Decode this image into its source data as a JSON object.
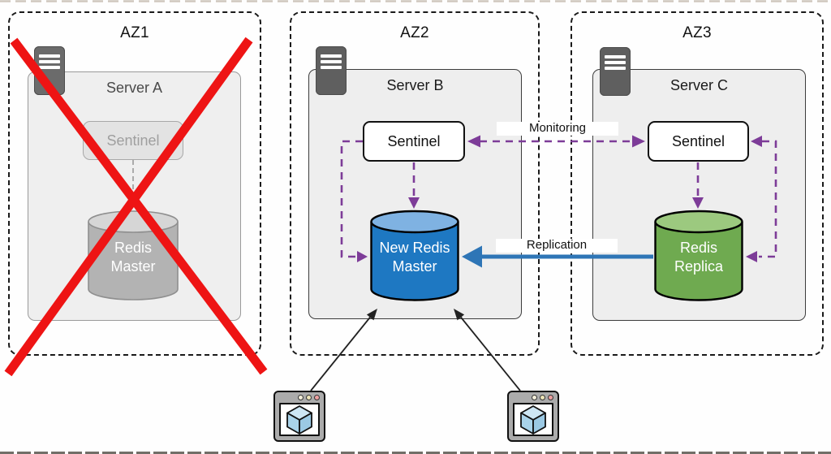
{
  "diagram": {
    "zones": [
      {
        "label": "AZ1",
        "status": "failed",
        "server": {
          "label": "Server A"
        },
        "sentinel": {
          "label": "Sentinel"
        },
        "db": {
          "line1": "Redis",
          "line2": "Master",
          "type": "failed-master"
        }
      },
      {
        "label": "AZ2",
        "status": "active",
        "server": {
          "label": "Server B"
        },
        "sentinel": {
          "label": "Sentinel"
        },
        "db": {
          "line1": "New Redis",
          "line2": "Master",
          "type": "new-master"
        }
      },
      {
        "label": "AZ3",
        "status": "active",
        "server": {
          "label": "Server C"
        },
        "sentinel": {
          "label": "Sentinel"
        },
        "db": {
          "line1": "Redis",
          "line2": "Replica",
          "type": "replica"
        }
      }
    ],
    "edges": {
      "monitoring": "Monitoring",
      "replication": "Replication"
    },
    "colors": {
      "monitoring_purple": "#7d3c98",
      "replication_blue": "#2e75b6",
      "master_cylinder_blue": "#1e78c2",
      "master_cylinder_top": "#7fb2e2",
      "replica_cylinder_green": "#6faa50",
      "replica_cylinder_top": "#9cc97f",
      "failed_cylinder_gray": "#b3b3b3",
      "failure_cross_red": "#ee1414"
    },
    "icons": [
      "server-icon",
      "client-app-icon",
      "cube-icon"
    ]
  }
}
